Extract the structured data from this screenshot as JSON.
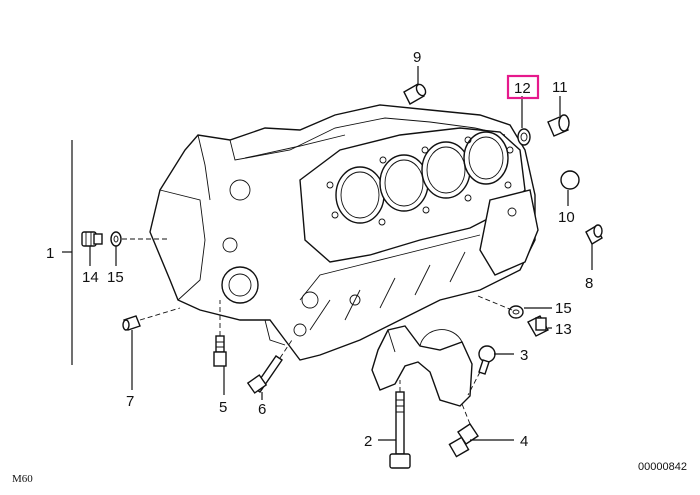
{
  "diagram": {
    "model_label": "M60",
    "part_code": "00000842",
    "highlighted_callout": "12",
    "highlight_color": "#e6198c",
    "callouts": {
      "c1": "1",
      "c2": "2",
      "c3": "3",
      "c4": "4",
      "c5": "5",
      "c6": "6",
      "c7": "7",
      "c8": "8",
      "c9": "9",
      "c10": "10",
      "c11": "11",
      "c12": "12",
      "c13": "13",
      "c14": "14",
      "c15a": "15",
      "c15b": "15"
    }
  }
}
